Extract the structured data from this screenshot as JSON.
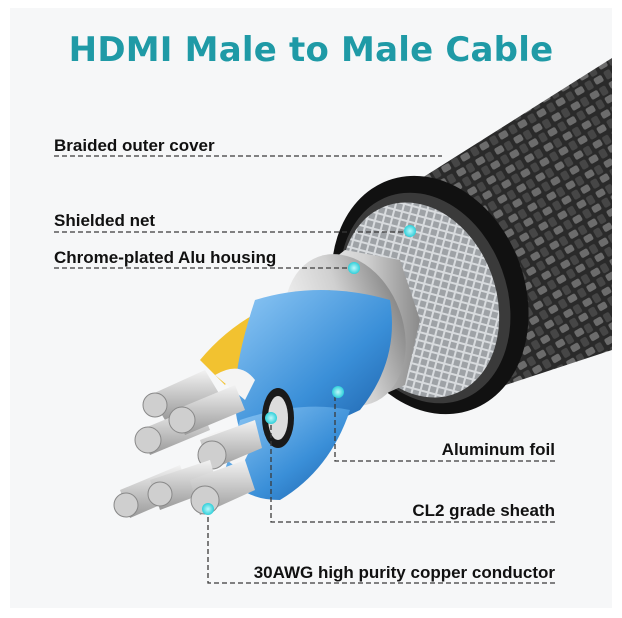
{
  "title": "HDMI Male to Male Cable",
  "labels": {
    "braided": "Braided outer cover",
    "shielded": "Shielded net",
    "housing": "Chrome-plated Alu housing",
    "foil": "Aluminum foil",
    "sheath": "CL2 grade sheath",
    "conductor": "30AWG high purity copper conductor"
  },
  "colors": {
    "title": "#1f9aa6",
    "marker": "#3fd8e0",
    "jacket": "#2b2b2b",
    "braid": "#b9bcbf",
    "housing": "#dcdcdc",
    "blue_wire": "#3a8fd8",
    "red_wire": "#e02020",
    "yellow_wire": "#f2c230"
  }
}
